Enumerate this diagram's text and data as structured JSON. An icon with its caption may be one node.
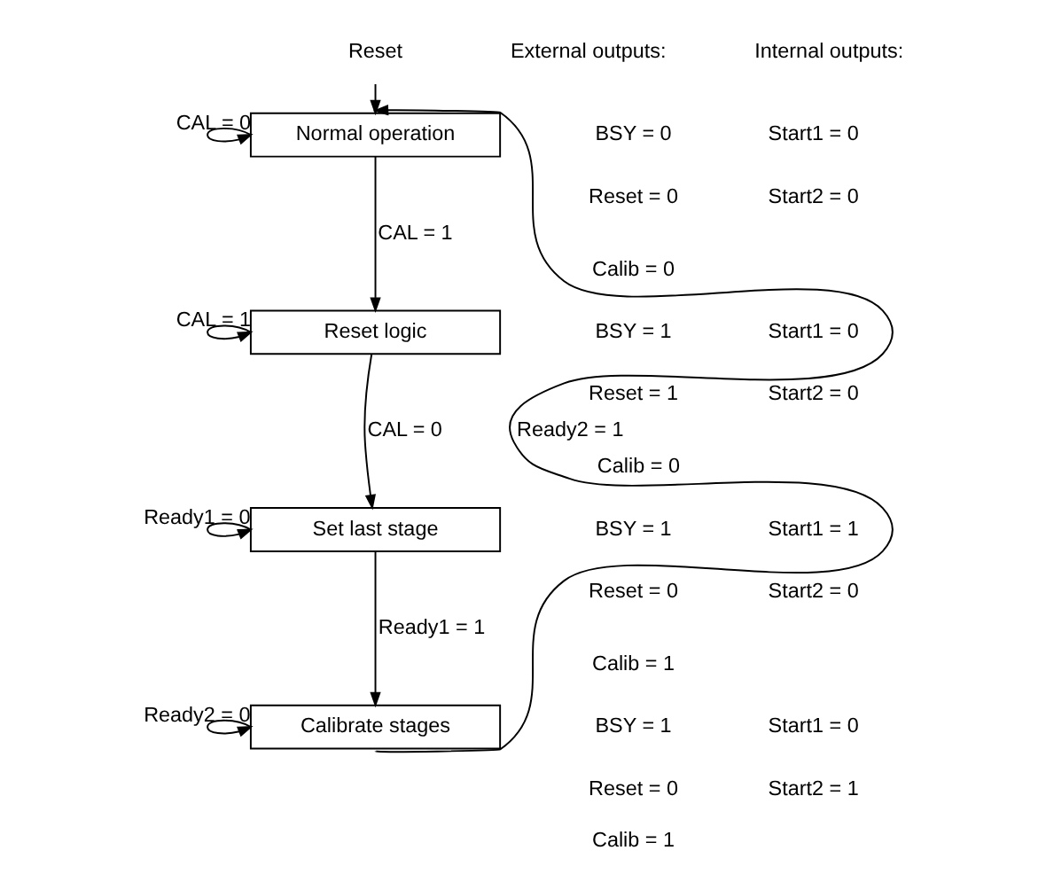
{
  "diagram": {
    "nodes": [
      {
        "text": [
          "Reset"
        ]
      },
      {
        "text": [
          "Normal operation"
        ]
      },
      {
        "text": [
          "Reset logic"
        ]
      },
      {
        "text": [
          "Set last stage"
        ]
      },
      {
        "text": [
          "Calibrate stages"
        ]
      }
    ],
    "edges": [
      {
        "from": 0,
        "to": 1,
        "arrow": "to"
      },
      {
        "from": 1,
        "to": 1,
        "arrow": "to",
        "label": "CAL = 0"
      },
      {
        "from": 1,
        "to": 2,
        "arrow": "to",
        "label": "CAL = 1"
      },
      {
        "from": 2,
        "to": 2,
        "arrow": "to",
        "label": "CAL = 1"
      },
      {
        "from": 2,
        "to": 3,
        "arrow": "to",
        "label": "CAL = 0"
      },
      {
        "from": 3,
        "to": 3,
        "arrow": "to",
        "label": "Ready1 = 0"
      },
      {
        "from": 3,
        "to": 4,
        "arrow": "to",
        "label": "Ready1 = 1"
      },
      {
        "from": 4,
        "to": 4,
        "arrow": "to",
        "label": "Ready2 = 0"
      },
      {
        "from": 4,
        "to": 1,
        "arrow": "to",
        "label": "Ready2 = 1"
      }
    ],
    "labels": [
      "External outputs:",
      "Internal outputs:",
      "BSY = 0",
      "Start1 = 0",
      "Reset = 0",
      "Start2 = 0",
      "Calib = 0",
      "BSY = 1",
      "Start1 = 0",
      "Reset = 1",
      "Start2 = 0",
      "Calib = 0",
      "BSY = 1",
      "Start1 = 1",
      "Reset = 0",
      "Start2 = 0",
      "Calib = 1",
      "BSY = 1",
      "Start1 = 0",
      "Reset = 0",
      "Start2 = 1",
      "Calib = 1"
    ]
  }
}
